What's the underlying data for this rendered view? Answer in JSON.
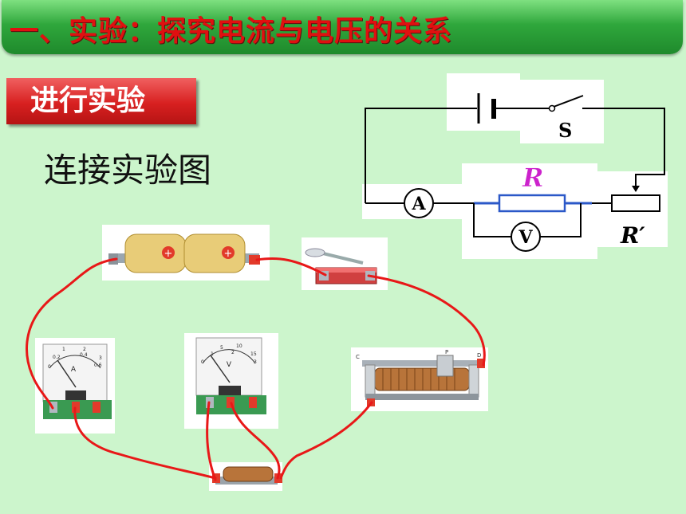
{
  "header": {
    "title": "一、实验：探究电流与电压的关系"
  },
  "section": {
    "label": "进行实验"
  },
  "diagram": {
    "heading": "连接实验图"
  },
  "schematic": {
    "switch_label": "S",
    "resistor_label": "R",
    "rheostat_label": "R′",
    "ammeter_label": "A",
    "voltmeter_label": "V"
  },
  "meters": {
    "ammeter_face_letter": "A",
    "ammeter_scale": [
      "0",
      "0.2",
      "0.4",
      "0.6",
      "1",
      "2",
      "3"
    ],
    "voltmeter_face_letter": "V",
    "voltmeter_scale": [
      "0",
      "5",
      "10",
      "15",
      "1",
      "2",
      "3"
    ]
  },
  "rheostat_device": {
    "terminal_labels": [
      "C",
      "P",
      "D"
    ]
  },
  "colors": {
    "title_text": "#e01010",
    "title_bar": "#2fa73c",
    "section_bg": "#d82020",
    "background": "#ccf5cc",
    "resistor_label": "#cc22cc",
    "wire": "#e81818"
  }
}
